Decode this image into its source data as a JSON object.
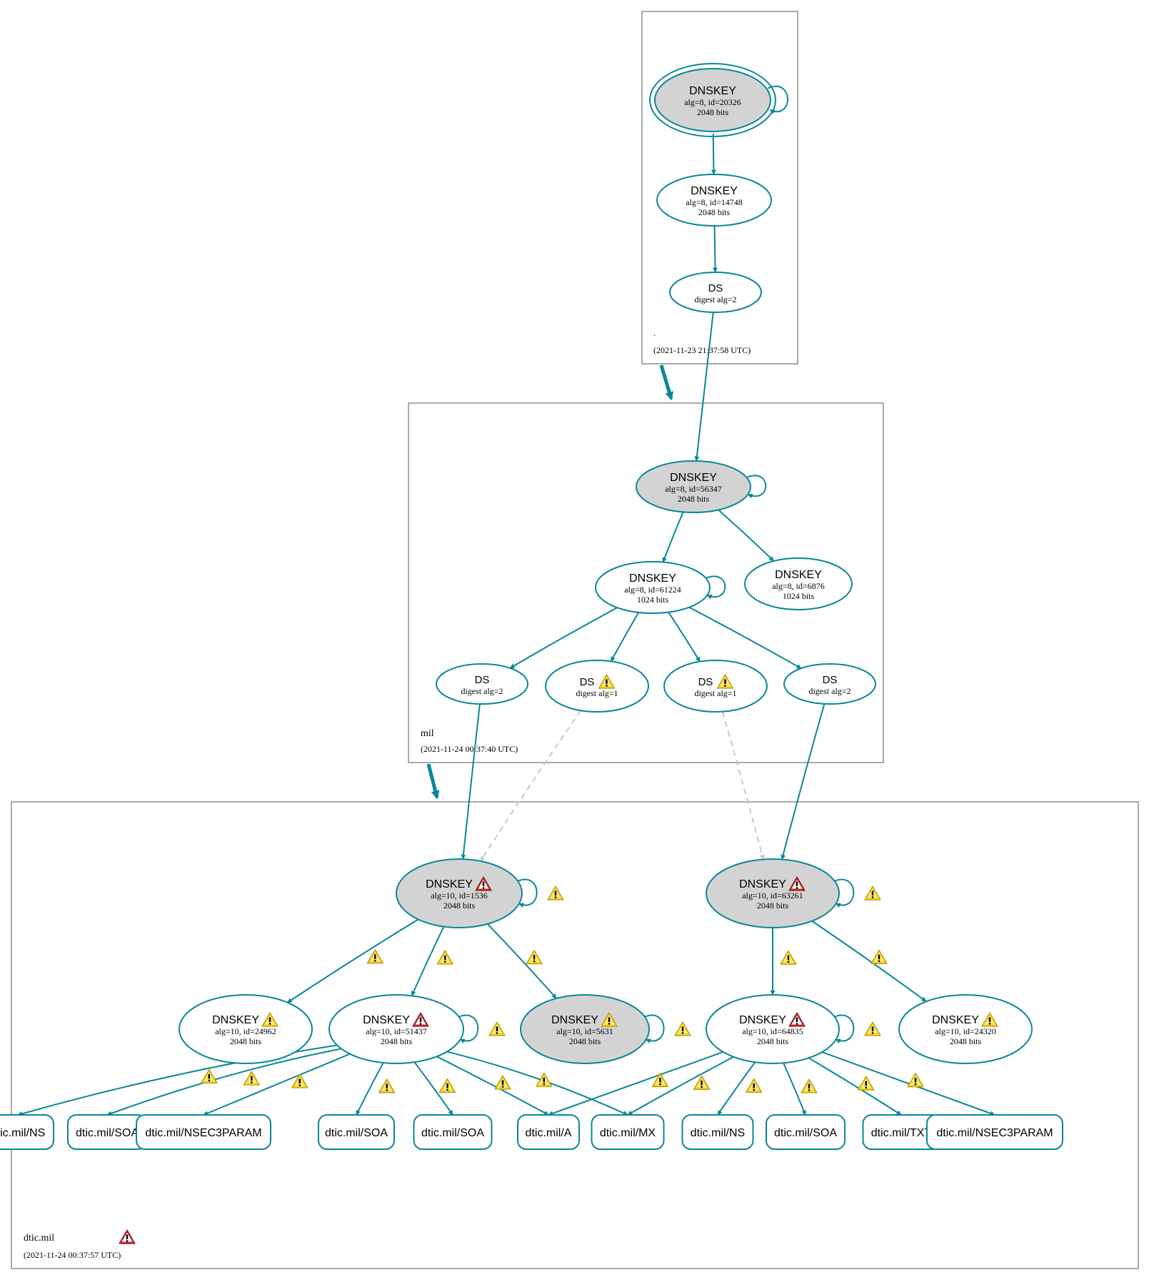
{
  "zones": [
    {
      "id": "root",
      "name": ".",
      "timestamp": "(2021-11-23 21:37:58 UTC)",
      "warning": false
    },
    {
      "id": "mil",
      "name": "mil",
      "timestamp": "(2021-11-24 00:37:40 UTC)",
      "warning": false
    },
    {
      "id": "dtic",
      "name": "dtic.mil",
      "timestamp": "(2021-11-24 00:37:57 UTC)",
      "warning": true
    }
  ],
  "nodes": [
    {
      "id": "r_ksk",
      "type": "DNSKEY",
      "zone": "root",
      "lines": [
        "alg=8, id=20326",
        "2048 bits"
      ],
      "filled": true,
      "double": true,
      "badge": "none"
    },
    {
      "id": "r_zsk",
      "type": "DNSKEY",
      "zone": "root",
      "lines": [
        "alg=8, id=14748",
        "2048 bits"
      ],
      "filled": false,
      "double": false,
      "badge": "none"
    },
    {
      "id": "r_ds",
      "type": "DS",
      "zone": "root",
      "lines": [
        "digest alg=2"
      ],
      "filled": false,
      "double": false,
      "badge": "none"
    },
    {
      "id": "m_ksk",
      "type": "DNSKEY",
      "zone": "mil",
      "lines": [
        "alg=8, id=56347",
        "2048 bits"
      ],
      "filled": true,
      "double": false,
      "badge": "none"
    },
    {
      "id": "m_zsk1",
      "type": "DNSKEY",
      "zone": "mil",
      "lines": [
        "alg=8, id=61224",
        "1024 bits"
      ],
      "filled": false,
      "double": false,
      "badge": "none"
    },
    {
      "id": "m_zsk2",
      "type": "DNSKEY",
      "zone": "mil",
      "lines": [
        "alg=8, id=6876",
        "1024 bits"
      ],
      "filled": false,
      "double": false,
      "badge": "none"
    },
    {
      "id": "m_ds1",
      "type": "DS",
      "zone": "mil",
      "lines": [
        "digest alg=2"
      ],
      "filled": false,
      "double": false,
      "badge": "none"
    },
    {
      "id": "m_ds2",
      "type": "DS",
      "zone": "mil",
      "lines": [
        "digest alg=1"
      ],
      "filled": false,
      "double": false,
      "badge": "warn"
    },
    {
      "id": "m_ds3",
      "type": "DS",
      "zone": "mil",
      "lines": [
        "digest alg=1"
      ],
      "filled": false,
      "double": false,
      "badge": "warn"
    },
    {
      "id": "m_ds4",
      "type": "DS",
      "zone": "mil",
      "lines": [
        "digest alg=2"
      ],
      "filled": false,
      "double": false,
      "badge": "none"
    },
    {
      "id": "d_ksk1",
      "type": "DNSKEY",
      "zone": "dtic",
      "lines": [
        "alg=10, id=1536",
        "2048 bits"
      ],
      "filled": true,
      "double": false,
      "badge": "error"
    },
    {
      "id": "d_ksk2",
      "type": "DNSKEY",
      "zone": "dtic",
      "lines": [
        "alg=10, id=63261",
        "2048 bits"
      ],
      "filled": true,
      "double": false,
      "badge": "error"
    },
    {
      "id": "d_k24962",
      "type": "DNSKEY",
      "zone": "dtic",
      "lines": [
        "alg=10, id=24962",
        "2048 bits"
      ],
      "filled": false,
      "double": false,
      "badge": "warn"
    },
    {
      "id": "d_k51437",
      "type": "DNSKEY",
      "zone": "dtic",
      "lines": [
        "alg=10, id=51437",
        "2048 bits"
      ],
      "filled": false,
      "double": false,
      "badge": "error"
    },
    {
      "id": "d_k5631",
      "type": "DNSKEY",
      "zone": "dtic",
      "lines": [
        "alg=10, id=5631",
        "2048 bits"
      ],
      "filled": true,
      "double": false,
      "badge": "warn"
    },
    {
      "id": "d_k64835",
      "type": "DNSKEY",
      "zone": "dtic",
      "lines": [
        "alg=10, id=64835",
        "2048 bits"
      ],
      "filled": false,
      "double": false,
      "badge": "error"
    },
    {
      "id": "d_k24320",
      "type": "DNSKEY",
      "zone": "dtic",
      "lines": [
        "alg=10, id=24320",
        "2048 bits"
      ],
      "filled": false,
      "double": false,
      "badge": "warn"
    }
  ],
  "records": [
    {
      "id": "rr1",
      "label": "dtic.mil/NS"
    },
    {
      "id": "rr2",
      "label": "dtic.mil/SOA"
    },
    {
      "id": "rr3",
      "label": "dtic.mil/NSEC3PARAM"
    },
    {
      "id": "rr4",
      "label": "dtic.mil/SOA"
    },
    {
      "id": "rr5",
      "label": "dtic.mil/SOA"
    },
    {
      "id": "rr6",
      "label": "dtic.mil/A"
    },
    {
      "id": "rr7",
      "label": "dtic.mil/MX"
    },
    {
      "id": "rr8",
      "label": "dtic.mil/NS"
    },
    {
      "id": "rr9",
      "label": "dtic.mil/SOA"
    },
    {
      "id": "rr10",
      "label": "dtic.mil/TXT"
    },
    {
      "id": "rr11",
      "label": "dtic.mil/NSEC3PARAM"
    }
  ],
  "edges": [
    {
      "from": "r_ksk",
      "to": "r_zsk",
      "style": "solid",
      "warn": false
    },
    {
      "from": "r_zsk",
      "to": "r_ds",
      "style": "solid",
      "warn": false
    },
    {
      "from": "r_ds",
      "to": "m_ksk",
      "style": "solid",
      "warn": false
    },
    {
      "from": "m_ksk",
      "to": "m_zsk1",
      "style": "solid",
      "warn": false
    },
    {
      "from": "m_ksk",
      "to": "m_zsk2",
      "style": "solid",
      "warn": false
    },
    {
      "from": "m_zsk1",
      "to": "m_ds1",
      "style": "solid",
      "warn": false
    },
    {
      "from": "m_zsk1",
      "to": "m_ds2",
      "style": "solid",
      "warn": false
    },
    {
      "from": "m_zsk1",
      "to": "m_ds3",
      "style": "solid",
      "warn": false
    },
    {
      "from": "m_zsk1",
      "to": "m_ds4",
      "style": "solid",
      "warn": false
    },
    {
      "from": "m_ds1",
      "to": "d_ksk1",
      "style": "solid",
      "warn": false
    },
    {
      "from": "m_ds2",
      "to": "d_ksk1",
      "style": "dashed",
      "warn": false
    },
    {
      "from": "m_ds3",
      "to": "d_ksk2",
      "style": "dashed",
      "warn": false
    },
    {
      "from": "m_ds4",
      "to": "d_ksk2",
      "style": "solid",
      "warn": false
    },
    {
      "from": "d_ksk1",
      "to": "d_k24962",
      "style": "solid",
      "warn": true
    },
    {
      "from": "d_ksk1",
      "to": "d_k51437",
      "style": "solid",
      "warn": true
    },
    {
      "from": "d_ksk1",
      "to": "d_k5631",
      "style": "solid",
      "warn": true
    },
    {
      "from": "d_ksk2",
      "to": "d_k64835",
      "style": "solid",
      "warn": true
    },
    {
      "from": "d_ksk2",
      "to": "d_k24320",
      "style": "solid",
      "warn": true
    },
    {
      "from": "d_k51437",
      "to": "rr1",
      "style": "solid",
      "warn": true
    },
    {
      "from": "d_k51437",
      "to": "rr2",
      "style": "solid",
      "warn": true
    },
    {
      "from": "d_k51437",
      "to": "rr3",
      "style": "solid",
      "warn": true
    },
    {
      "from": "d_k51437",
      "to": "rr4",
      "style": "solid",
      "warn": true
    },
    {
      "from": "d_k51437",
      "to": "rr5",
      "style": "solid",
      "warn": true
    },
    {
      "from": "d_k51437",
      "to": "rr6",
      "style": "solid",
      "warn": true
    },
    {
      "from": "d_k51437",
      "to": "rr7",
      "style": "solid",
      "warn": true
    },
    {
      "from": "d_k64835",
      "to": "rr6",
      "style": "solid",
      "warn": true
    },
    {
      "from": "d_k64835",
      "to": "rr7",
      "style": "solid",
      "warn": true
    },
    {
      "from": "d_k64835",
      "to": "rr8",
      "style": "solid",
      "warn": true
    },
    {
      "from": "d_k64835",
      "to": "rr9",
      "style": "solid",
      "warn": true
    },
    {
      "from": "d_k64835",
      "to": "rr10",
      "style": "solid",
      "warn": true
    },
    {
      "from": "d_k64835",
      "to": "rr11",
      "style": "solid",
      "warn": true
    }
  ],
  "self_loops": [
    {
      "node": "r_ksk",
      "warn": false
    },
    {
      "node": "m_ksk",
      "warn": false
    },
    {
      "node": "m_zsk1",
      "warn": false
    },
    {
      "node": "d_ksk1",
      "warn": true
    },
    {
      "node": "d_ksk2",
      "warn": true
    },
    {
      "node": "d_k51437",
      "warn": true
    },
    {
      "node": "d_k5631",
      "warn": true
    },
    {
      "node": "d_k64835",
      "warn": true
    }
  ],
  "delegations": [
    {
      "from": "root",
      "to": "mil"
    },
    {
      "from": "mil",
      "to": "dtic"
    }
  ],
  "colors": {
    "edge": "#0a8797",
    "dashed_edge": "#c8c8c8",
    "filled_node": "#d3d3d3",
    "zone_border": "#555555",
    "warn_fill": "#f5d11e",
    "error_fill": "#cc2b2b"
  }
}
